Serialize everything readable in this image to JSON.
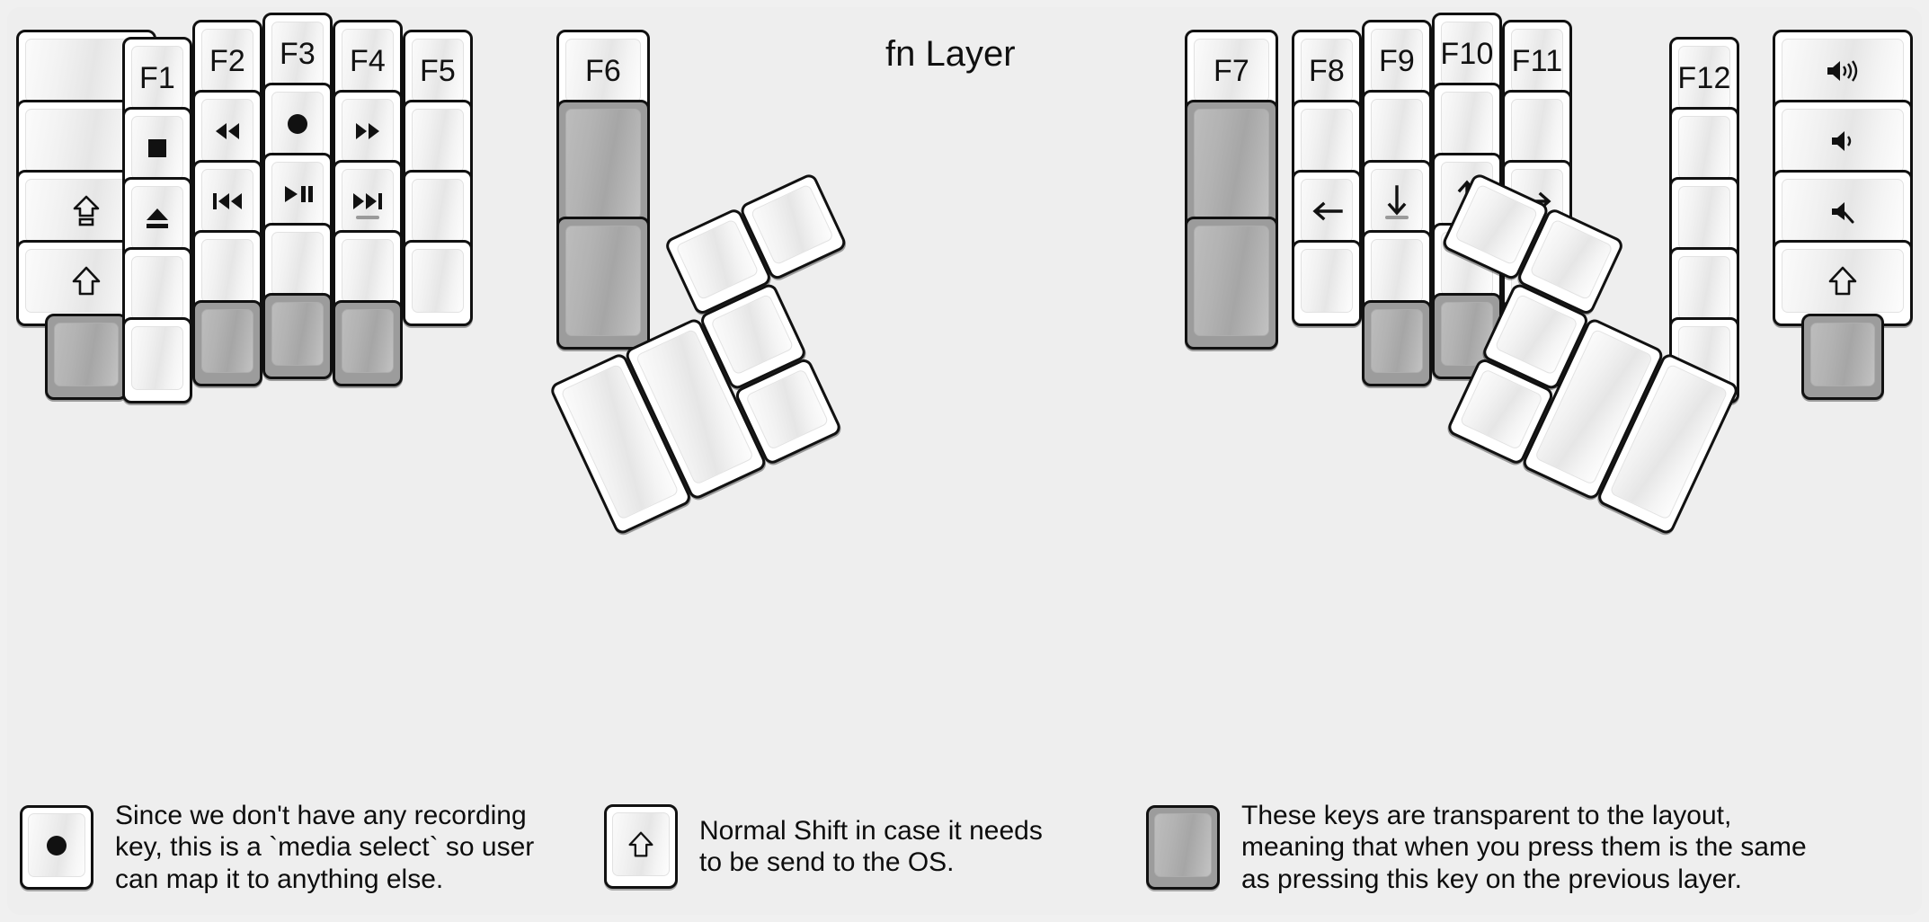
{
  "title": "fn Layer",
  "colors": {
    "background": "#f0f0f0",
    "panel": "#eeeeee",
    "key_face": "#ffffff",
    "key_outline": "#111111",
    "transparent_key": "#9c9c9c",
    "text": "#121212"
  },
  "left_half": {
    "columns": [
      {
        "name": "col-pinky-outer",
        "keys": [
          {
            "label": "",
            "icon": "",
            "type": "normal",
            "width": 1.5,
            "height": 1
          },
          {
            "label": "",
            "icon": "",
            "type": "normal",
            "width": 1.5,
            "height": 1
          },
          {
            "label": "",
            "icon": "caps-lock-icon",
            "type": "normal",
            "width": 1.5,
            "height": 1
          },
          {
            "label": "",
            "icon": "shift-icon",
            "type": "normal",
            "width": 1.5,
            "height": 1
          },
          {
            "label": "",
            "icon": "",
            "type": "transparent",
            "width": 1,
            "height": 1
          }
        ]
      },
      {
        "name": "col-pinky",
        "keys": [
          {
            "label": "F1",
            "icon": "",
            "type": "normal",
            "width": 1,
            "height": 1
          },
          {
            "label": "",
            "icon": "media-stop-icon",
            "type": "normal",
            "width": 1,
            "height": 1
          },
          {
            "label": "",
            "icon": "media-eject-icon",
            "type": "normal",
            "width": 1,
            "height": 1
          },
          {
            "label": "",
            "icon": "",
            "type": "normal",
            "width": 1,
            "height": 1
          },
          {
            "label": "",
            "icon": "",
            "type": "normal",
            "width": 1,
            "height": 1
          }
        ]
      },
      {
        "name": "col-ring",
        "keys": [
          {
            "label": "F2",
            "icon": "",
            "type": "normal",
            "width": 1,
            "height": 1
          },
          {
            "label": "",
            "icon": "media-rewind-icon",
            "type": "normal",
            "width": 1,
            "height": 1
          },
          {
            "label": "",
            "icon": "media-prev-track-icon",
            "type": "normal",
            "width": 1,
            "height": 1
          },
          {
            "label": "",
            "icon": "",
            "type": "normal",
            "width": 1,
            "height": 1
          },
          {
            "label": "",
            "icon": "",
            "type": "transparent",
            "width": 1,
            "height": 1
          }
        ]
      },
      {
        "name": "col-middle",
        "keys": [
          {
            "label": "F3",
            "icon": "",
            "type": "normal",
            "width": 1,
            "height": 1
          },
          {
            "label": "",
            "icon": "media-record-icon",
            "type": "normal",
            "width": 1,
            "height": 1
          },
          {
            "label": "",
            "icon": "media-play-pause-icon",
            "type": "normal",
            "width": 1,
            "height": 1
          },
          {
            "label": "",
            "icon": "",
            "type": "normal",
            "width": 1,
            "height": 1
          },
          {
            "label": "",
            "icon": "",
            "type": "transparent",
            "width": 1,
            "height": 1
          }
        ]
      },
      {
        "name": "col-index",
        "keys": [
          {
            "label": "F4",
            "icon": "",
            "type": "normal",
            "width": 1,
            "height": 1
          },
          {
            "label": "",
            "icon": "media-fast-forward-icon",
            "type": "normal",
            "width": 1,
            "height": 1
          },
          {
            "label": "",
            "icon": "media-next-track-icon",
            "type": "normal",
            "width": 1,
            "height": 1,
            "homing": true
          },
          {
            "label": "",
            "icon": "",
            "type": "normal",
            "width": 1,
            "height": 1
          },
          {
            "label": "",
            "icon": "",
            "type": "transparent",
            "width": 1,
            "height": 1
          }
        ]
      },
      {
        "name": "col-index-inner",
        "keys": [
          {
            "label": "F5",
            "icon": "",
            "type": "normal",
            "width": 1,
            "height": 1
          },
          {
            "label": "",
            "icon": "",
            "type": "normal",
            "width": 1,
            "height": 1
          },
          {
            "label": "",
            "icon": "",
            "type": "normal",
            "width": 1,
            "height": 1
          },
          {
            "label": "",
            "icon": "",
            "type": "normal",
            "width": 1,
            "height": 1
          }
        ]
      },
      {
        "name": "col-inner",
        "keys": [
          {
            "label": "F6",
            "icon": "",
            "type": "normal",
            "width": 1,
            "height": 1
          },
          {
            "label": "",
            "icon": "",
            "type": "transparent",
            "width": 1,
            "height": 1.5
          },
          {
            "label": "",
            "icon": "",
            "type": "transparent",
            "width": 1,
            "height": 1.5
          }
        ]
      }
    ],
    "thumb_cluster": [
      {
        "label": "",
        "icon": "",
        "type": "normal",
        "size": "2u-vertical"
      },
      {
        "label": "",
        "icon": "",
        "type": "normal",
        "size": "2u-vertical"
      },
      {
        "label": "",
        "icon": "",
        "type": "normal",
        "size": "1u"
      },
      {
        "label": "",
        "icon": "",
        "type": "normal",
        "size": "1u"
      },
      {
        "label": "",
        "icon": "",
        "type": "normal",
        "size": "1u"
      },
      {
        "label": "",
        "icon": "",
        "type": "normal",
        "size": "1u"
      }
    ]
  },
  "right_half": {
    "columns": [
      {
        "name": "col-inner",
        "keys": [
          {
            "label": "F7",
            "icon": "",
            "type": "normal",
            "width": 1,
            "height": 1
          },
          {
            "label": "",
            "icon": "",
            "type": "transparent",
            "width": 1,
            "height": 1.5
          },
          {
            "label": "",
            "icon": "",
            "type": "transparent",
            "width": 1,
            "height": 1.5
          }
        ]
      },
      {
        "name": "col-index-inner",
        "keys": [
          {
            "label": "F8",
            "icon": "",
            "type": "normal",
            "width": 1,
            "height": 1
          },
          {
            "label": "",
            "icon": "",
            "type": "normal",
            "width": 1,
            "height": 1
          },
          {
            "label": "",
            "icon": "arrow-left-icon",
            "type": "normal",
            "width": 1,
            "height": 1
          },
          {
            "label": "",
            "icon": "",
            "type": "normal",
            "width": 1,
            "height": 1
          }
        ]
      },
      {
        "name": "col-index",
        "keys": [
          {
            "label": "F9",
            "icon": "",
            "type": "normal",
            "width": 1,
            "height": 1
          },
          {
            "label": "",
            "icon": "",
            "type": "normal",
            "width": 1,
            "height": 1
          },
          {
            "label": "",
            "icon": "arrow-down-icon",
            "type": "normal",
            "width": 1,
            "height": 1,
            "homing": true
          },
          {
            "label": "",
            "icon": "",
            "type": "normal",
            "width": 1,
            "height": 1
          },
          {
            "label": "",
            "icon": "",
            "type": "transparent",
            "width": 1,
            "height": 1
          }
        ]
      },
      {
        "name": "col-middle",
        "keys": [
          {
            "label": "F10",
            "icon": "",
            "type": "normal",
            "width": 1,
            "height": 1
          },
          {
            "label": "",
            "icon": "",
            "type": "normal",
            "width": 1,
            "height": 1
          },
          {
            "label": "",
            "icon": "arrow-up-icon",
            "type": "normal",
            "width": 1,
            "height": 1
          },
          {
            "label": "",
            "icon": "",
            "type": "normal",
            "width": 1,
            "height": 1
          },
          {
            "label": "",
            "icon": "",
            "type": "transparent",
            "width": 1,
            "height": 1
          }
        ]
      },
      {
        "name": "col-ring",
        "keys": [
          {
            "label": "F11",
            "icon": "",
            "type": "normal",
            "width": 1,
            "height": 1
          },
          {
            "label": "",
            "icon": "",
            "type": "normal",
            "width": 1,
            "height": 1
          },
          {
            "label": "",
            "icon": "arrow-right-icon",
            "type": "normal",
            "width": 1,
            "height": 1
          },
          {
            "label": "",
            "icon": "",
            "type": "normal",
            "width": 1,
            "height": 1
          },
          {
            "label": "",
            "icon": "",
            "type": "transparent",
            "width": 1,
            "height": 1
          }
        ]
      },
      {
        "name": "col-pinky",
        "keys": [
          {
            "label": "F12",
            "icon": "",
            "type": "normal",
            "width": 1,
            "height": 1
          },
          {
            "label": "",
            "icon": "",
            "type": "normal",
            "width": 1,
            "height": 1
          },
          {
            "label": "",
            "icon": "",
            "type": "normal",
            "width": 1,
            "height": 1
          },
          {
            "label": "",
            "icon": "",
            "type": "normal",
            "width": 1,
            "height": 1
          },
          {
            "label": "",
            "icon": "",
            "type": "normal",
            "width": 1,
            "height": 1
          }
        ]
      },
      {
        "name": "col-pinky-outer",
        "keys": [
          {
            "label": "",
            "icon": "volume-up-icon",
            "type": "normal",
            "width": 1.5,
            "height": 1
          },
          {
            "label": "",
            "icon": "volume-down-icon",
            "type": "normal",
            "width": 1.5,
            "height": 1
          },
          {
            "label": "",
            "icon": "volume-mute-icon",
            "type": "normal",
            "width": 1.5,
            "height": 1
          },
          {
            "label": "",
            "icon": "shift-icon",
            "type": "normal",
            "width": 1.5,
            "height": 1
          },
          {
            "label": "",
            "icon": "",
            "type": "transparent",
            "width": 1,
            "height": 1
          }
        ]
      }
    ],
    "thumb_cluster": [
      {
        "label": "",
        "icon": "",
        "type": "normal",
        "size": "1u"
      },
      {
        "label": "",
        "icon": "",
        "type": "normal",
        "size": "1u"
      },
      {
        "label": "",
        "icon": "",
        "type": "normal",
        "size": "1u"
      },
      {
        "label": "",
        "icon": "",
        "type": "normal",
        "size": "1u"
      },
      {
        "label": "",
        "icon": "",
        "type": "normal",
        "size": "2u-vertical"
      },
      {
        "label": "",
        "icon": "",
        "type": "normal",
        "size": "2u-vertical"
      }
    ]
  },
  "legend": [
    {
      "key_icon": "media-record-icon",
      "key_type": "normal",
      "text": "Since we don't have any recording\nkey, this is a `media select` so user\ncan map it to anything else."
    },
    {
      "key_icon": "shift-icon",
      "key_type": "normal",
      "text": "Normal Shift in case it needs\nto be send to the OS."
    },
    {
      "key_icon": "",
      "key_type": "transparent",
      "text": "These keys are transparent to the layout,\nmeaning that when you press them is the same\nas pressing this key on the previous layer."
    }
  ]
}
